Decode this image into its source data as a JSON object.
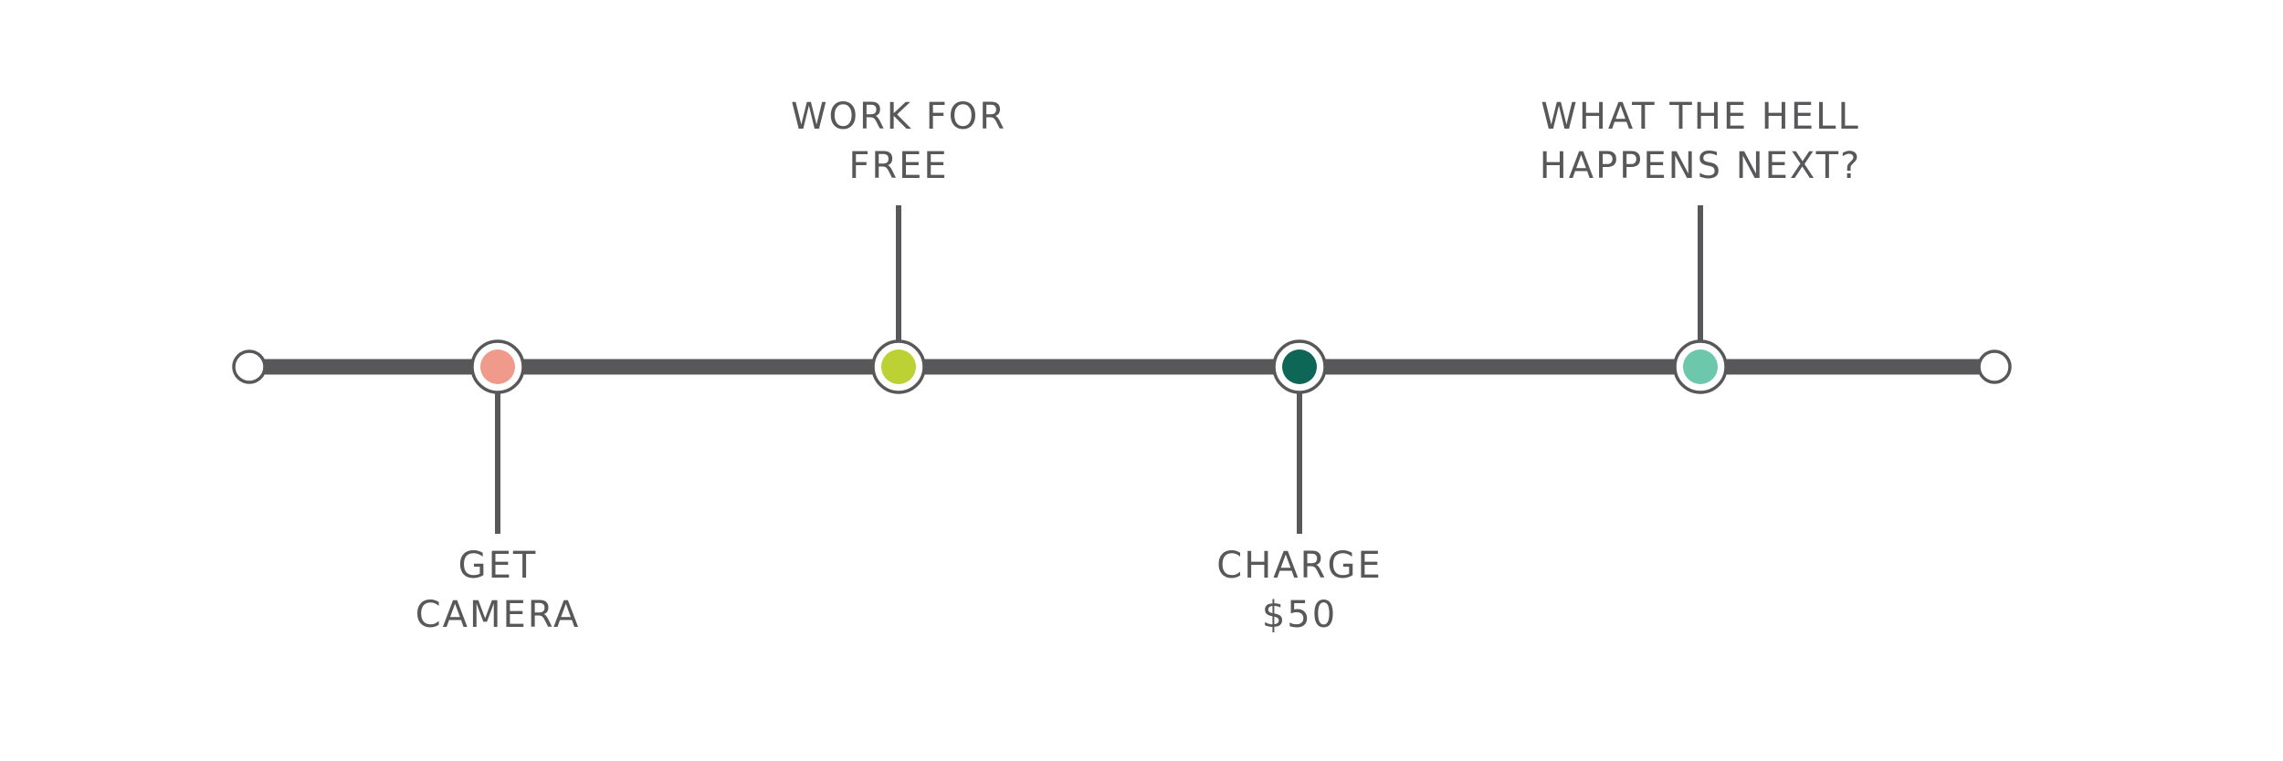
{
  "colors": {
    "line": "#58585a",
    "ring_stroke": "#58585a",
    "ring_fill": "#ffffff",
    "label_text": "#58585a"
  },
  "timeline": {
    "start_marker": "open-circle",
    "end_marker": "open-circle",
    "milestones": [
      {
        "id": "get-camera",
        "order": 1,
        "label_lines": [
          "GET",
          "CAMERA"
        ],
        "label_side": "below",
        "dot_color": "#ef9a8a"
      },
      {
        "id": "work-for-free",
        "order": 2,
        "label_lines": [
          "WORK FOR",
          "FREE"
        ],
        "label_side": "above",
        "dot_color": "#bcd133"
      },
      {
        "id": "charge-50",
        "order": 3,
        "label_lines": [
          "CHARGE",
          "$50"
        ],
        "label_side": "below",
        "dot_color": "#0e6656"
      },
      {
        "id": "what-happens-next",
        "order": 4,
        "label_lines": [
          "WHAT THE HELL",
          "HAPPENS NEXT?"
        ],
        "label_side": "above",
        "dot_color": "#6dc7ab"
      }
    ]
  }
}
